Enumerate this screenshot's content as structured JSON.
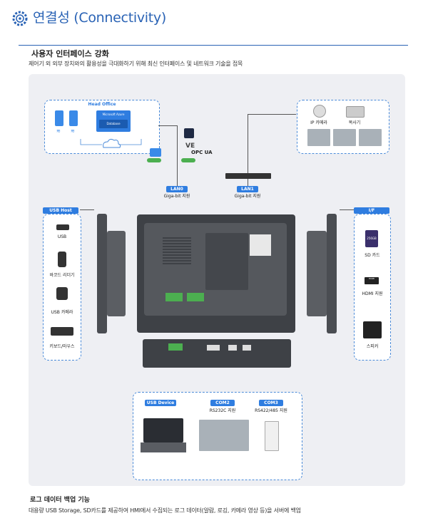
{
  "header": {
    "title": "연결성 (Connectivity)"
  },
  "section": {
    "title": "사용자 인터페이스 강화",
    "description": "제어기 외 외부 장치와의 활용성을 극대화하기 위해 최신 인터페이스 및 네트워크 기술을 접목"
  },
  "head_office": {
    "title": "Head Office",
    "azure_label": "Microsoft Azure",
    "db_label": "Database"
  },
  "lan0": {
    "tag": "LAN0",
    "label": "Giga-bit 지원"
  },
  "lan1": {
    "tag": "LAN1",
    "label": "Giga-bit 지원"
  },
  "protocols": {
    "opcua": "OPC UA",
    "ve": "VE"
  },
  "lan1_devices": {
    "ip_camera": "IP 카메라",
    "printer": "복사기"
  },
  "usb_host": {
    "tag": "USB Host",
    "items": [
      "USB",
      "바코드 리더기",
      "USB 카메라",
      "키보드/마우스"
    ]
  },
  "io": {
    "tag": "I/F",
    "items": [
      "SD 카드",
      "HDMI 지원",
      "스피커"
    ],
    "sd_text": "256GB",
    "hdmi_text": "HDMI"
  },
  "bottom": {
    "usb_device": {
      "tag": "USB Device"
    },
    "com2": {
      "tag": "COM2",
      "label": "RS232C 지원"
    },
    "com3": {
      "tag": "COM3",
      "label": "RS422/485 지원"
    }
  },
  "footer": {
    "title": "로그 데이터 백업 기능",
    "description": "대용량 USB Storage, SD카드를 제공하여 HMI에서 수집되는 로그 데이터(알람, 로깅, 카메라 영상 등)을 서버에 백업"
  },
  "colors": {
    "accent": "#2a63b5",
    "tag": "#2f7de0",
    "panel": "#eeeff3",
    "device": "#4a4d52"
  }
}
